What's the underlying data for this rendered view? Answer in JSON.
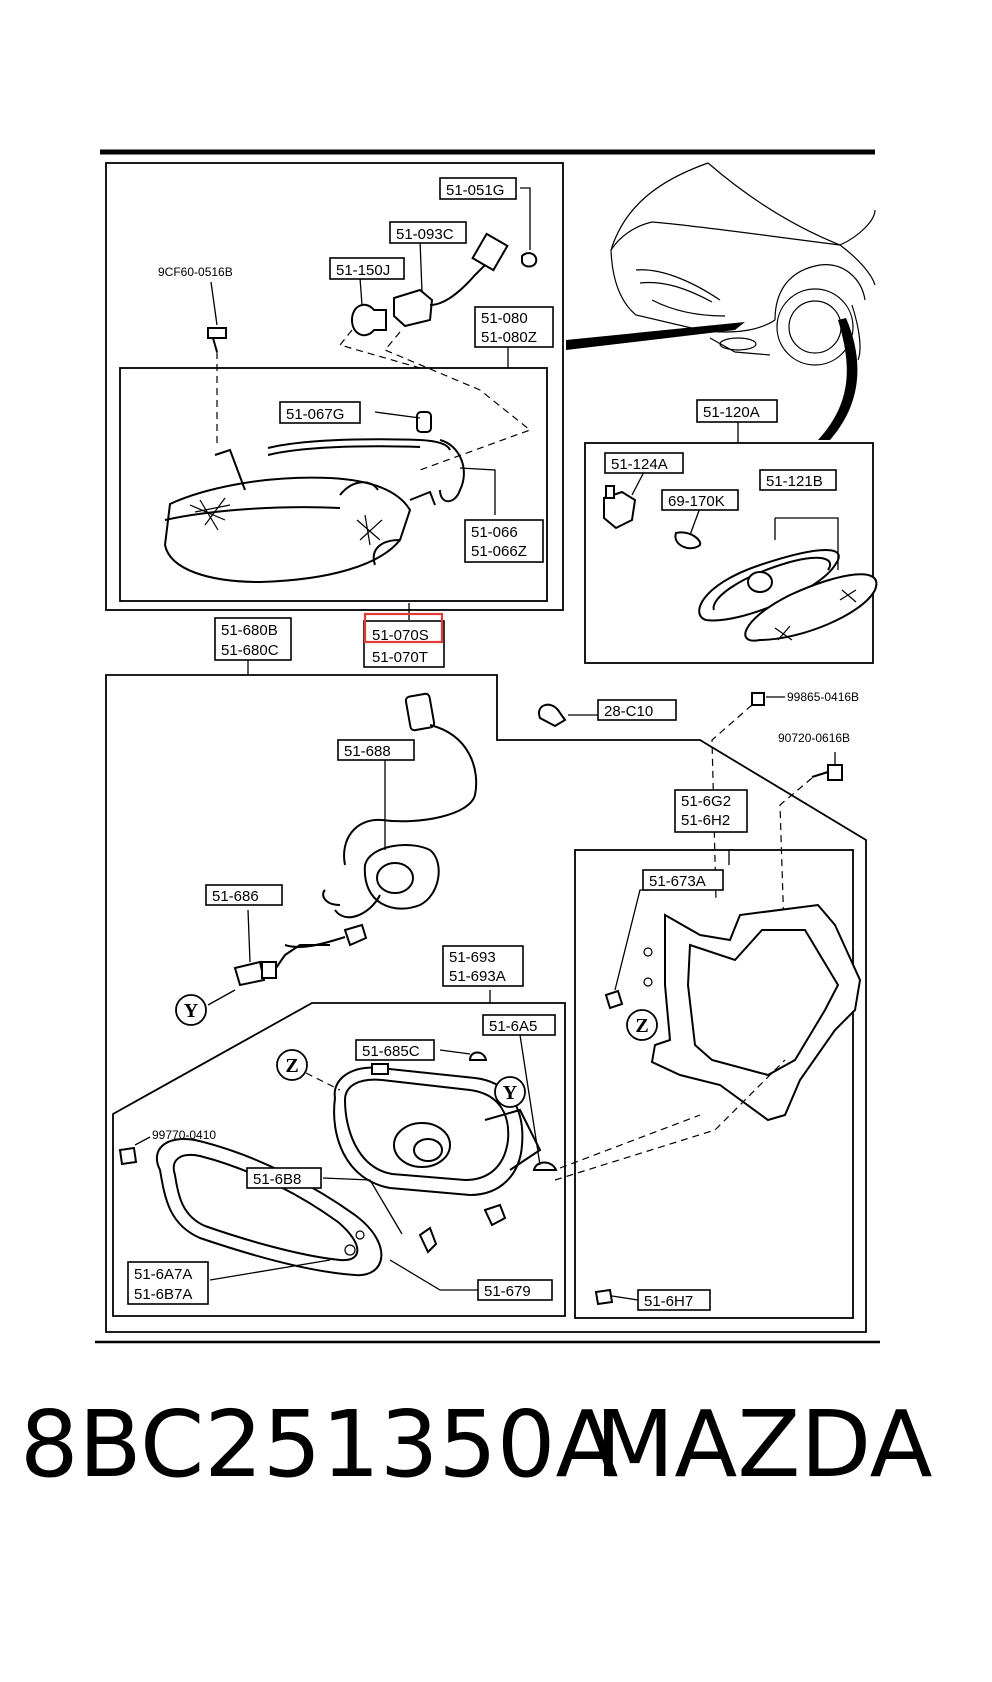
{
  "diagram": {
    "labels": {
      "l_051G": "51-051G",
      "l_093C": "51-093C",
      "l_150J": "51-150J",
      "l_080": "51-080",
      "l_080Z": "51-080Z",
      "l_067G": "51-067G",
      "l_066": "51-066",
      "l_066Z": "51-066Z",
      "l_9CF60": "9CF60-0516B",
      "l_120A": "51-120A",
      "l_124A": "51-124A",
      "l_170K": "69-170K",
      "l_121B": "51-121B",
      "l_680B": "51-680B",
      "l_680C": "51-680C",
      "l_070S": "51-070S",
      "l_070T": "51-070T",
      "l_28C10": "28-C10",
      "l_99865": "99865-0416B",
      "l_90720": "90720-0616B",
      "l_688": "51-688",
      "l_686": "51-686",
      "l_6G2": "51-6G2",
      "l_6H2": "51-6H2",
      "l_673A": "51-673A",
      "l_693": "51-693",
      "l_693A": "51-693A",
      "l_685C": "51-685C",
      "l_6A5": "51-6A5",
      "l_99770": "99770-0410",
      "l_6B8": "51-6B8",
      "l_6A7A": "51-6A7A",
      "l_6B7A": "51-6B7A",
      "l_679": "51-679",
      "l_6H7": "51-6H7",
      "ref_y": "Y",
      "ref_z": "Z"
    },
    "highlight_color": "#e53935"
  },
  "caption": {
    "part_number": "8BC251350A",
    "brand": "MAZDA"
  }
}
